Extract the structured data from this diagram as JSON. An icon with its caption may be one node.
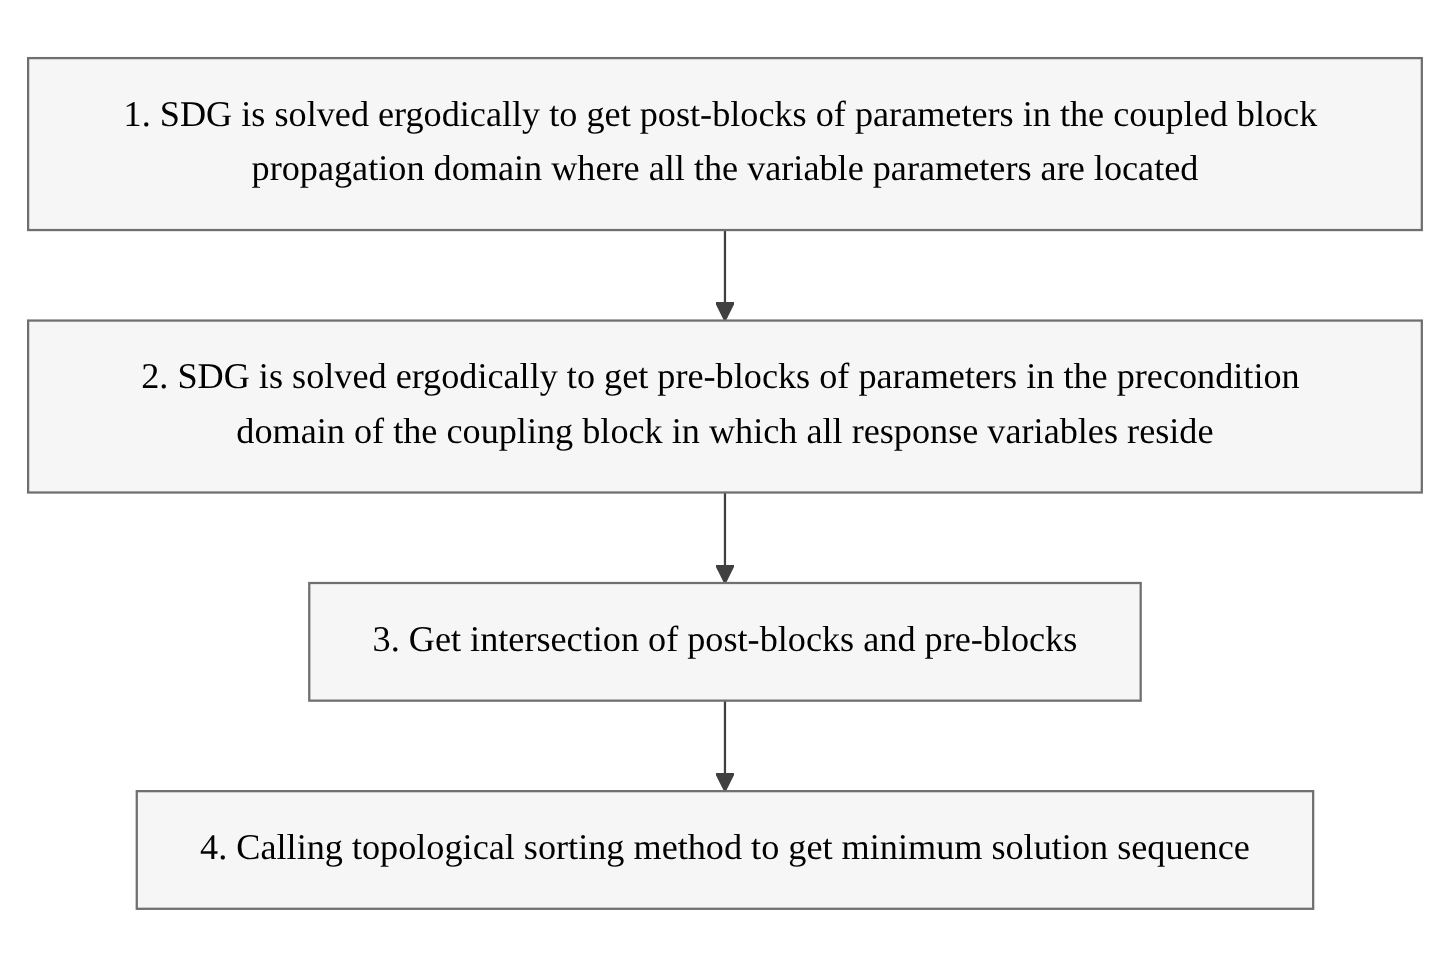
{
  "diagram": {
    "nodes": [
      {
        "text": [
          "1. SDG is solved ergodically to get post-blocks of parameters in the coupled block propagation domain where all the variable parameters are located"
        ]
      },
      {
        "text": [
          "2. SDG is solved ergodically to get pre-blocks of parameters in the precondition domain of the coupling block in which all response variables reside"
        ]
      },
      {
        "text": [
          "3. Get intersection of post-blocks and pre-blocks"
        ]
      },
      {
        "text": [
          "4. Calling topological sorting method to get minimum solution sequence"
        ]
      }
    ],
    "edges": [
      {
        "from": 0,
        "to": 1,
        "arrow": "to"
      },
      {
        "from": 1,
        "to": 2,
        "arrow": "to"
      },
      {
        "from": 2,
        "to": 3,
        "arrow": "to"
      }
    ]
  }
}
